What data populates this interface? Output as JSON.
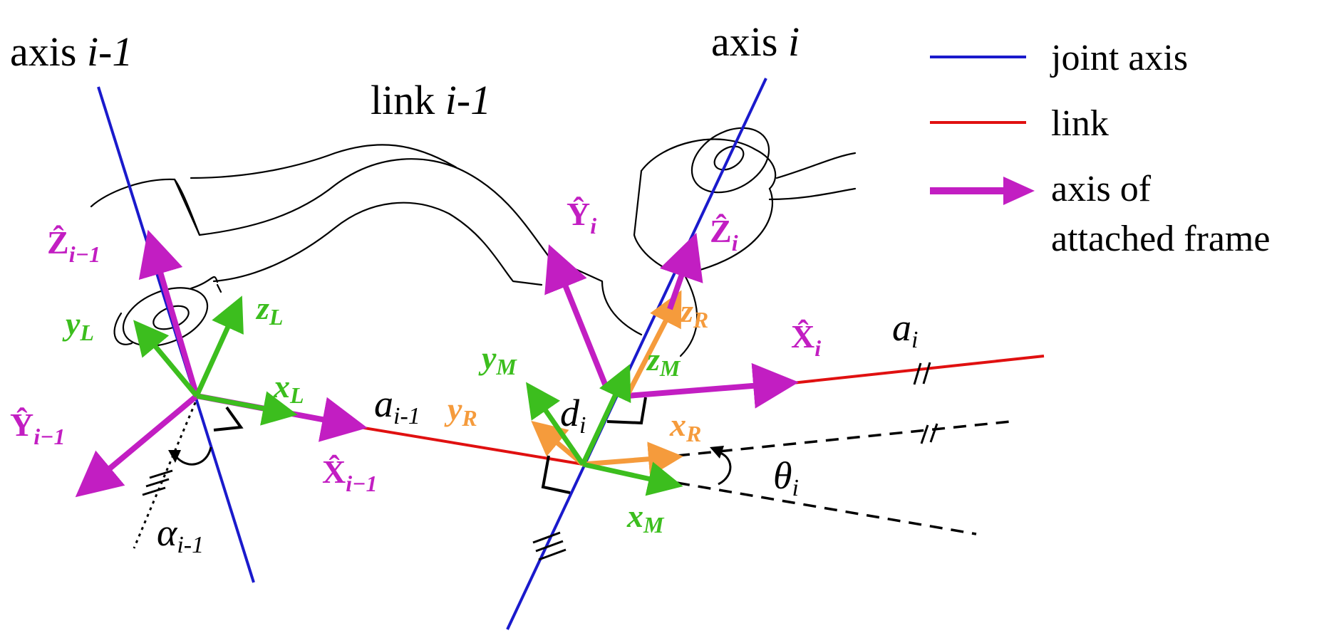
{
  "diagram": {
    "titles": {
      "axis_prev": {
        "base": "axis ",
        "var": "i-1"
      },
      "axis_cur": {
        "base": "axis ",
        "var": "i"
      },
      "link_prev": {
        "base": "link ",
        "var": "i-1"
      }
    },
    "legend": [
      {
        "label": "joint axis",
        "color": "#1a1acc",
        "symbol": "line"
      },
      {
        "label": "link",
        "color": "#e01010",
        "symbol": "line"
      },
      {
        "label_line1": "axis of",
        "label_line2": "attached frame",
        "color": "#c21ec2",
        "symbol": "arrow"
      }
    ],
    "frame_labels": {
      "Z_prev": {
        "main": "Ẑ",
        "sub": "i−1"
      },
      "Y_prev": {
        "main": "Ŷ",
        "sub": "i−1"
      },
      "X_prev": {
        "main": "X̂",
        "sub": "i−1"
      },
      "Y_cur": {
        "main": "Ŷ",
        "sub": "i"
      },
      "Z_cur": {
        "main": "Ẑ",
        "sub": "i"
      },
      "X_cur": {
        "main": "X̂",
        "sub": "i"
      },
      "yL": {
        "main": "y",
        "sub": "L"
      },
      "zL": {
        "main": "z",
        "sub": "L"
      },
      "xL": {
        "main": "x",
        "sub": "L"
      },
      "yM": {
        "main": "y",
        "sub": "M"
      },
      "zM": {
        "main": "z",
        "sub": "M"
      },
      "xM": {
        "main": "x",
        "sub": "M"
      },
      "yR": {
        "main": "y",
        "sub": "R"
      },
      "zR": {
        "main": "z",
        "sub": "R"
      },
      "xR": {
        "main": "x",
        "sub": "R"
      }
    },
    "parameters": {
      "a_prev": {
        "main": "a",
        "sub": "i-1"
      },
      "a_cur": {
        "main": "a",
        "sub": "i"
      },
      "d": {
        "main": "d",
        "sub": "i"
      },
      "alpha": {
        "main": "α",
        "sub": "i-1"
      },
      "theta": {
        "main": "θ",
        "sub": "i"
      }
    },
    "colors": {
      "joint_axis": "#1a1acc",
      "link": "#e01010",
      "frame_axis": "#c21ec2",
      "frame_L_M": "#3cbe1e",
      "frame_R": "#f59b3c"
    }
  }
}
